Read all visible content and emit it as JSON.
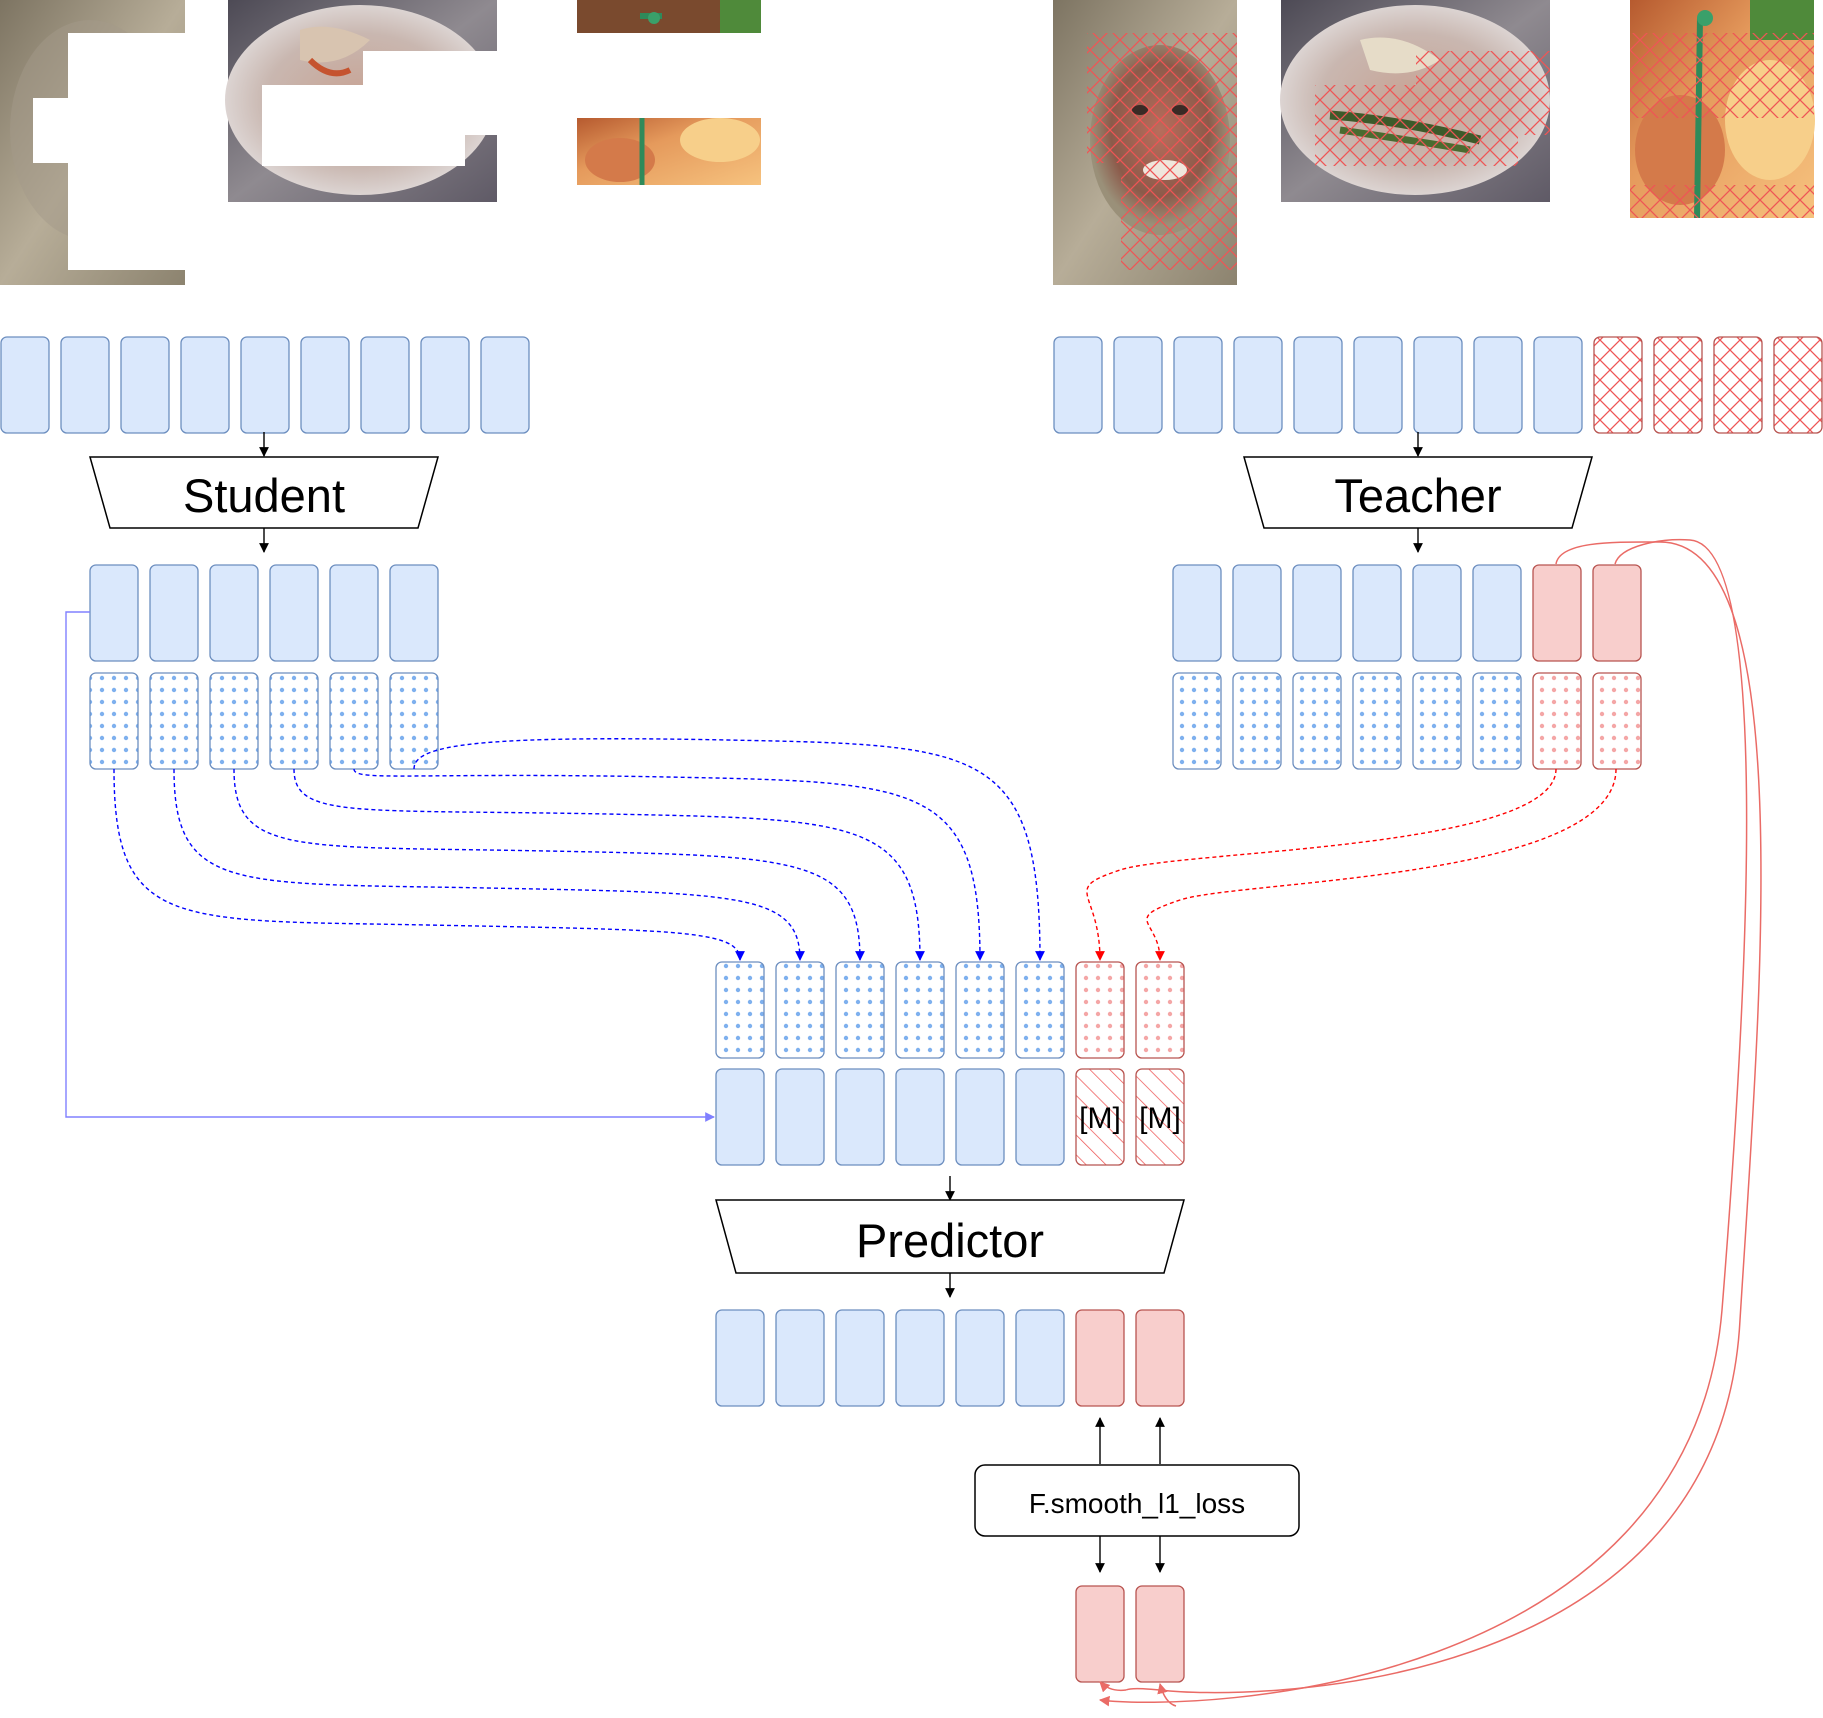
{
  "blocks": {
    "student": "Student",
    "teacher": "Teacher",
    "predictor": "Predictor"
  },
  "mask_token": "[M]",
  "loss_function": "F.smooth_l1_loss",
  "images": [
    {
      "name": "monkey",
      "colors": [
        "#9a9079",
        "#b7ad98",
        "#7d7462"
      ]
    },
    {
      "name": "food-plate",
      "colors": [
        "#6d6a6f",
        "#c9a590",
        "#a7564a"
      ]
    },
    {
      "name": "dragonfly",
      "colors": [
        "#d8874f",
        "#f2b47a",
        "#2f7f4a"
      ]
    }
  ],
  "colors": {
    "visible_token_fill": "#dae8fc",
    "visible_token_stroke": "#6c8ebf",
    "masked_token_fill": "#f8cecc",
    "masked_token_stroke": "#b85450",
    "visible_flow": "#0000ff",
    "masked_flow": "#ff0000",
    "skip_connection": "#8080ff",
    "target_flow": "#ea6b66",
    "pattern_dot_blue": "#7eb0ee",
    "pattern_dot_red": "#f4a6a6",
    "hatch_red": "#ee5555"
  }
}
